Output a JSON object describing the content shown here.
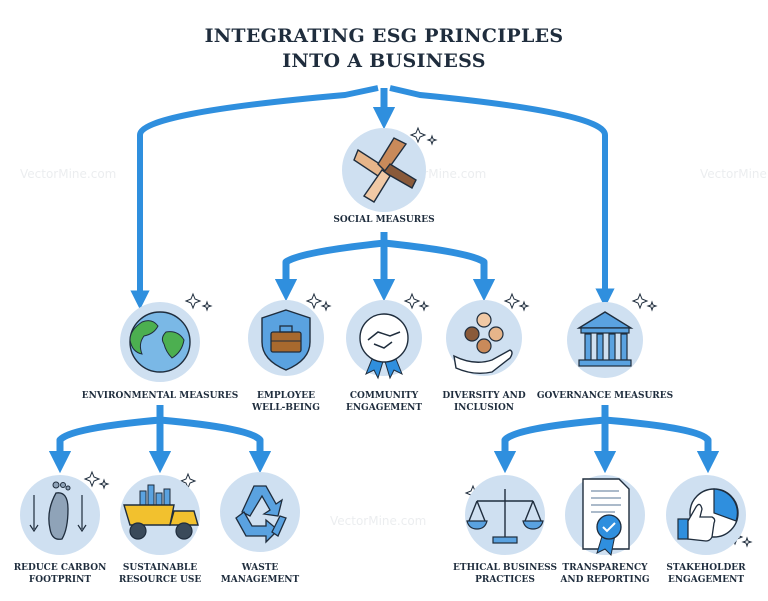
{
  "title": "INTEGRATING ESG PRINCIPLES\nINTO A BUSINESS",
  "watermark": "VectorMine.com",
  "colors": {
    "arrow": "#2f8fde",
    "arrow_dark": "#1d6fc0",
    "circle": "#cfe0f1",
    "outline": "#1f2d3d",
    "text": "#1f2d3d"
  },
  "pillars": {
    "environmental": {
      "label": "ENVIRONMENTAL MEASURES",
      "icon": "globe-icon",
      "children": [
        {
          "label": "REDUCE CARBON\nFOOTPRINT",
          "icon": "footprint-icon"
        },
        {
          "label": "SUSTAINABLE\nRESOURCE USE",
          "icon": "dump-truck-icon"
        },
        {
          "label": "WASTE\nMANAGEMENT",
          "icon": "recycle-icon"
        }
      ]
    },
    "social": {
      "label": "SOCIAL MEASURES",
      "icon": "joined-hands-icon",
      "children": [
        {
          "label": "EMPLOYEE\nWELL-BEING",
          "icon": "briefcase-shield-icon"
        },
        {
          "label": "COMMUNITY\nENGAGEMENT",
          "icon": "handshake-badge-icon"
        },
        {
          "label": "DIVERSITY AND\nINCLUSION",
          "icon": "people-in-hand-icon"
        }
      ]
    },
    "governance": {
      "label": "GOVERNANCE MEASURES",
      "icon": "institution-icon",
      "children": [
        {
          "label": "ETHICAL BUSINESS\nPRACTICES",
          "icon": "scales-icon"
        },
        {
          "label": "TRANSPARENCY\nAND REPORTING",
          "icon": "certified-document-icon"
        },
        {
          "label": "STAKEHOLDER\nENGAGEMENT",
          "icon": "thumbs-up-pie-icon"
        }
      ]
    }
  }
}
